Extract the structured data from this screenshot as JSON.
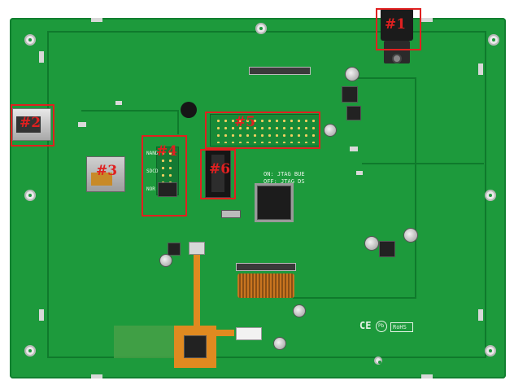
{
  "annotations": [
    {
      "label": "#1",
      "target": "dc-power-jack"
    },
    {
      "label": "#2",
      "target": "usb-port"
    },
    {
      "label": "#3",
      "target": "sd-card-slot"
    },
    {
      "label": "#4",
      "target": "jumper-block"
    },
    {
      "label": "#5",
      "target": "gpio-header"
    },
    {
      "label": "#6",
      "target": "jtag-connector"
    }
  ],
  "silkscreen": {
    "jtag_line1": "ON: JTAG BUE",
    "jtag_line2": "OFF: JTAG DS",
    "ce_mark": "CE",
    "pb_mark": "Pb",
    "rohs_mark": "RoHS",
    "boot_labels": [
      "NAND",
      "SDCD",
      "NOR"
    ]
  },
  "colors": {
    "pcb": "#1d9a3c",
    "annotation": "#e02020",
    "copper": "#c8741f",
    "flex_cable": "#e08a20"
  }
}
